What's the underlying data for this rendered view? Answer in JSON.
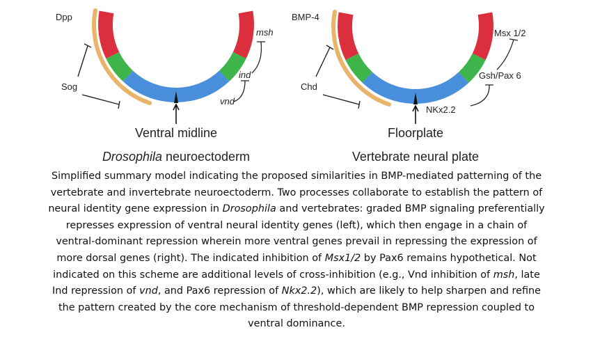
{
  "colors": {
    "dorsal": "#dc2f3e",
    "intermediate": "#3db54b",
    "ventral": "#4a8fdc",
    "bmp_gradient": "#e9b46a"
  },
  "left_panel": {
    "morphogen": "Dpp",
    "antagonist": "Sog",
    "genes": {
      "dorsal": "msh",
      "intermediate": "ind",
      "ventral": "vnd"
    },
    "midline_label": "Ventral midline",
    "title_italic": "Drosophila",
    "title_rest": " neuroectoderm"
  },
  "right_panel": {
    "morphogen": "BMP-4",
    "antagonist": "Chd",
    "genes": {
      "dorsal": "Msx 1/2",
      "intermediate": "Gsh/Pax 6",
      "ventral": "NKx2.2"
    },
    "midline_label": "Floorplate",
    "title": "Vertebrate neural plate"
  },
  "caption_lines": [
    [
      {
        "t": "Simplified summary model indicating the proposed similarities in BMP-mediated patterning of the"
      }
    ],
    [
      {
        "t": "vertebrate and invertebrate neuroectoderm. Two processes collaborate to establish the pattern of"
      }
    ],
    [
      {
        "t": "neural identity gene expression in "
      },
      {
        "t": "Drosophila",
        "i": true
      },
      {
        "t": " and vertebrates: graded BMP signaling preferentially"
      }
    ],
    [
      {
        "t": "represses expression of ventral neural identity genes (left), which then engage in a chain of"
      }
    ],
    [
      {
        "t": "ventral-dominant repression wherein more ventral genes prevail in repressing the expression of"
      }
    ],
    [
      {
        "t": "more dorsal genes (right). The indicated inhibition of "
      },
      {
        "t": "Msx1/2",
        "i": true
      },
      {
        "t": " by Pax6 remains hypothetical. Not"
      }
    ],
    [
      {
        "t": "indicated on this scheme are additional levels of cross-inhibition (e.g., Vnd inhibition of "
      },
      {
        "t": "msh",
        "i": true
      },
      {
        "t": ", late"
      }
    ],
    [
      {
        "t": "Ind repression of "
      },
      {
        "t": "vnd",
        "i": true
      },
      {
        "t": ", and Pax6 repression of "
      },
      {
        "t": "Nkx2.2",
        "i": true
      },
      {
        "t": "), which are likely to help sharpen and refine"
      }
    ],
    [
      {
        "t": "the pattern created by the core mechanism of threshold-dependent BMP repression coupled to"
      }
    ],
    [
      {
        "t": "ventral dominance."
      }
    ]
  ]
}
